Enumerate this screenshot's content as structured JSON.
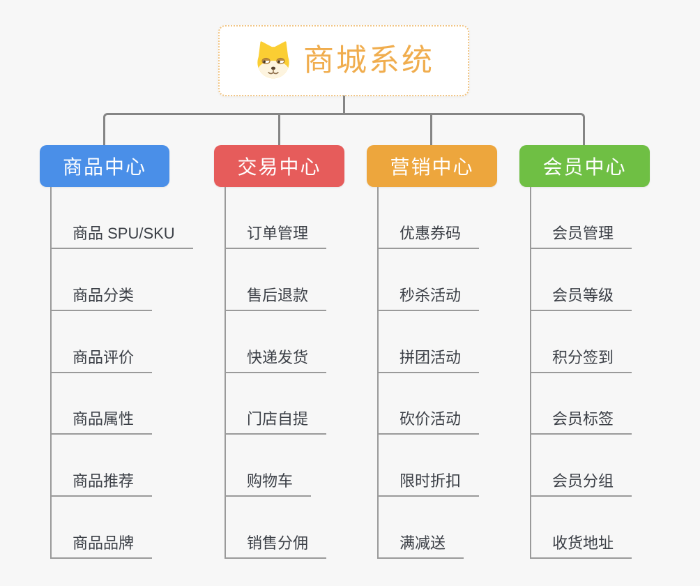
{
  "root": {
    "title": "商城系统",
    "icon": "shiba-dog-icon"
  },
  "colors": {
    "root_text": "#f0ad4e",
    "root_border": "#f1c584",
    "connector": "#858585",
    "leaf_line": "#9a9a9a",
    "leaf_text": "#3b3f46",
    "branch_product": "#4a8fe8",
    "branch_trade": "#e65c5b",
    "branch_marketing": "#eda63d",
    "branch_member": "#6fbf44"
  },
  "branches": [
    {
      "label": "商品中心",
      "color": "#4a8fe8",
      "children": [
        "商品 SPU/SKU",
        "商品分类",
        "商品评价",
        "商品属性",
        "商品推荐",
        "商品品牌"
      ]
    },
    {
      "label": "交易中心",
      "color": "#e65c5b",
      "children": [
        "订单管理",
        "售后退款",
        "快递发货",
        "门店自提",
        "购物车",
        "销售分佣"
      ]
    },
    {
      "label": "营销中心",
      "color": "#eda63d",
      "children": [
        "优惠券码",
        "秒杀活动",
        "拼团活动",
        "砍价活动",
        "限时折扣",
        "满减送"
      ]
    },
    {
      "label": "会员中心",
      "color": "#6fbf44",
      "children": [
        "会员管理",
        "会员等级",
        "积分签到",
        "会员标签",
        "会员分组",
        "收货地址"
      ]
    }
  ]
}
